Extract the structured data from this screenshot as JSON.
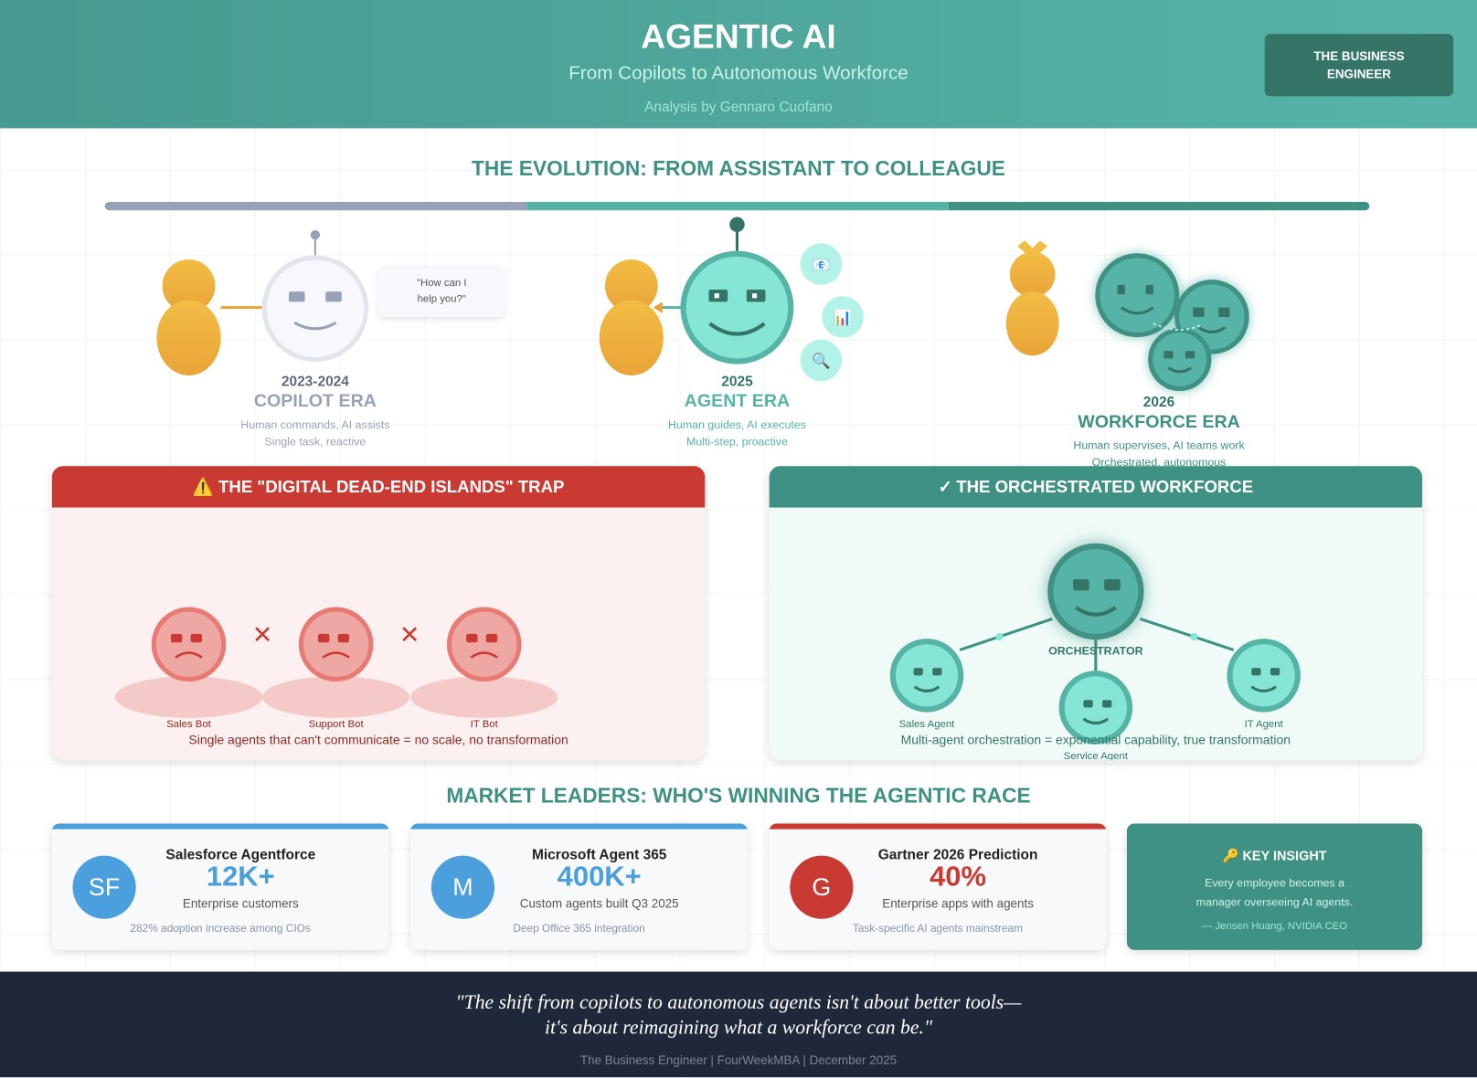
{
  "header": {
    "title": "AGENTIC AI",
    "subtitle": "From Copilots to Autonomous Workforce",
    "byline": "Analysis by Gennaro Cuofano",
    "brand": "THE BUSINESS ENGINEER"
  },
  "evolution": {
    "title": "THE EVOLUTION: FROM ASSISTANT TO COLLEAGUE",
    "bar_colors": [
      "#98a2b6",
      "#56b4a6",
      "#3f9183"
    ],
    "eras": [
      {
        "year": "2023-2024",
        "name": "COPILOT ERA",
        "line1": "Human commands, AI assists",
        "line2": "Single task, reactive",
        "color": "#98a2b6",
        "bubble": "\"How can I help you?\""
      },
      {
        "year": "2025",
        "name": "AGENT ERA",
        "line1": "Human guides, AI executes",
        "line2": "Multi-step, proactive",
        "color": "#56b4a6",
        "tools": [
          "email-icon",
          "chart-icon",
          "search-icon"
        ]
      },
      {
        "year": "2026",
        "name": "WORKFORCE ERA",
        "line1": "Human supervises, AI teams work",
        "line2": "Orchestrated, autonomous",
        "color": "#3f9183"
      }
    ]
  },
  "trap": {
    "title": "THE \"DIGITAL DEAD-END ISLANDS\" TRAP",
    "icon": "warning-icon",
    "bots": [
      "Sales Bot",
      "Support Bot",
      "IT Bot"
    ],
    "caption": "Single agents that can't communicate = no scale, no transformation",
    "color": "#c93a32"
  },
  "workforce": {
    "title": "THE ORCHESTRATED WORKFORCE",
    "icon": "check-icon",
    "orchestrator": "ORCHESTRATOR",
    "agents": [
      "Sales Agent",
      "Service Agent",
      "IT Agent"
    ],
    "caption": "Multi-agent orchestration = exponential capability, true transformation",
    "color": "#3f9183"
  },
  "market": {
    "title": "MARKET LEADERS: WHO'S WINNING THE AGENTIC RACE",
    "cards": [
      {
        "logo": "SF",
        "title": "Salesforce Agentforce",
        "value": "12K+",
        "sub": "Enterprise customers",
        "note": "282% adoption increase among CIOs",
        "color": "#4a9fdc"
      },
      {
        "logo": "M",
        "title": "Microsoft Agent 365",
        "value": "400K+",
        "sub": "Custom agents built Q3 2025",
        "note": "Deep Office 365 integration",
        "color": "#4a9fdc"
      },
      {
        "logo": "G",
        "title": "Gartner 2026 Prediction",
        "value": "40%",
        "sub": "Enterprise apps with agents",
        "note": "Task-specific AI agents mainstream",
        "color": "#c93a32"
      }
    ],
    "insight": {
      "title": "KEY INSIGHT",
      "icon": "key-icon",
      "text1": "Every employee becomes a",
      "text2": "manager overseeing AI agents.",
      "attribution": "— Jensen Huang, NVIDIA CEO"
    }
  },
  "footer": {
    "quote1": "\"The shift from copilots to autonomous agents isn't about better tools—",
    "quote2": "it's about reimagining what a workforce can be.\"",
    "credit": "The Business Engineer | FourWeekMBA | December 2025"
  }
}
